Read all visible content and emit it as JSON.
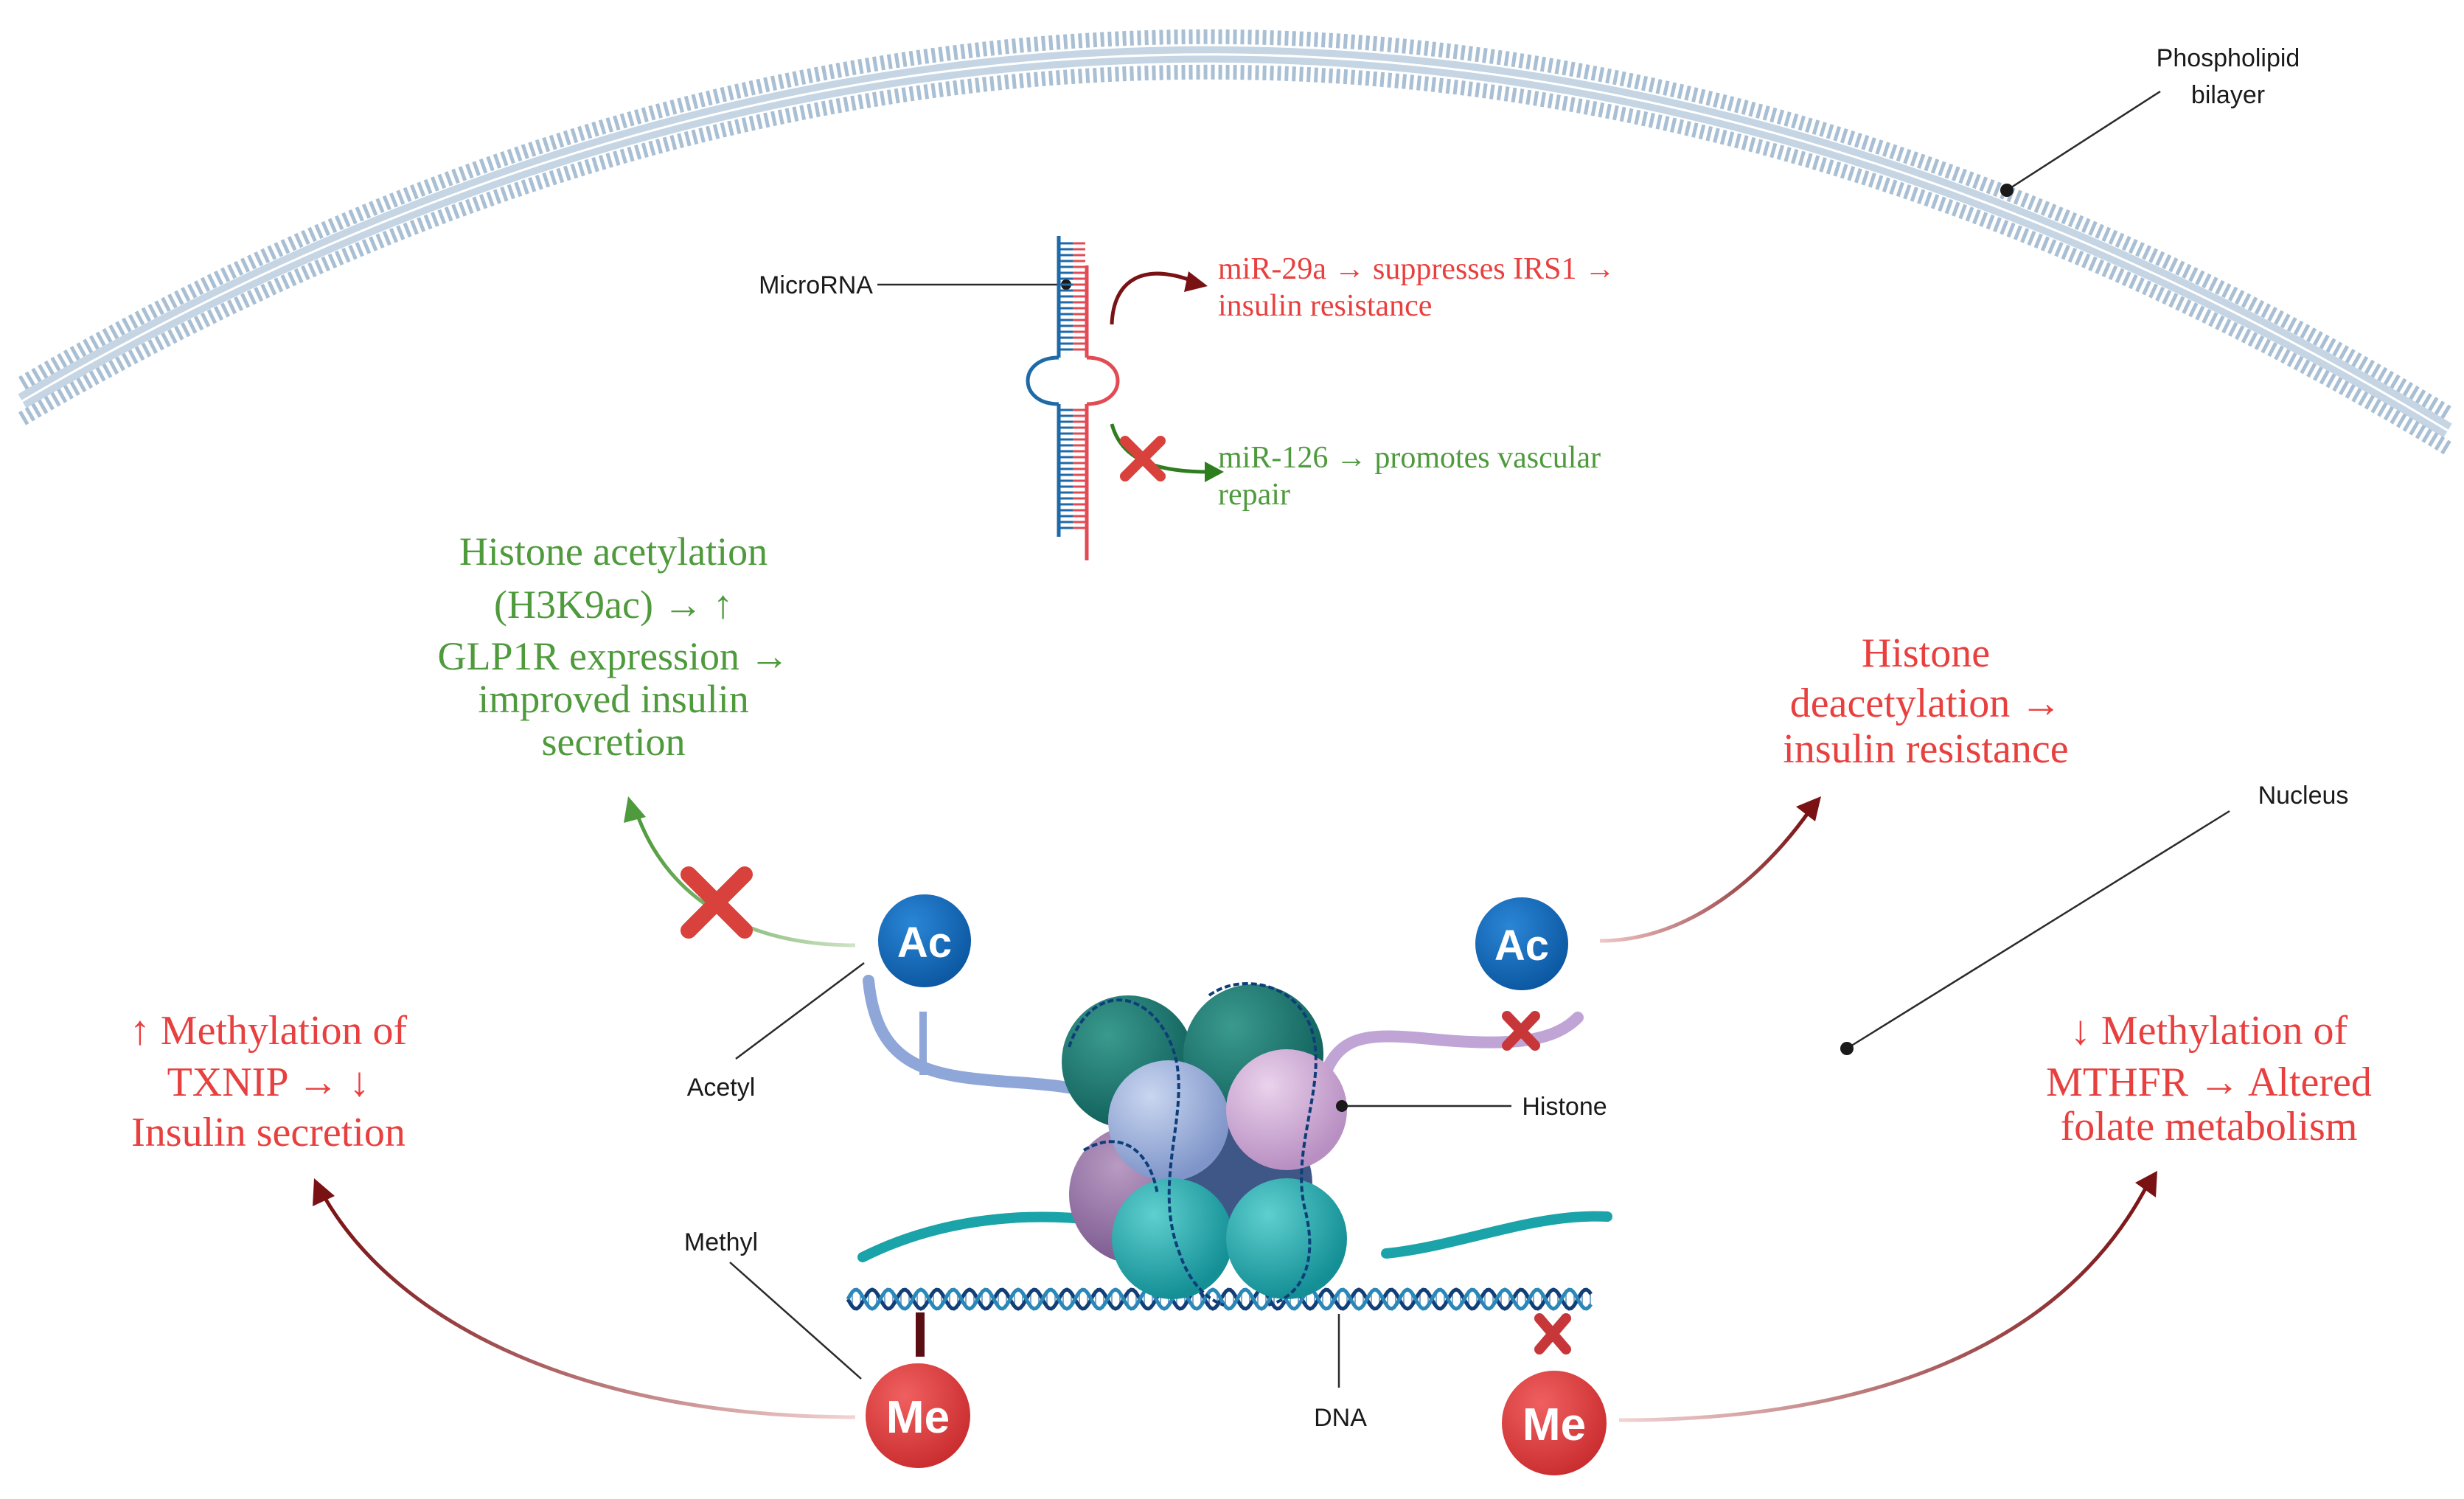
{
  "colors": {
    "red": "#e8403f",
    "green": "#4e9a3c",
    "dark_red": "#7a1214",
    "membrane": "#b3c6d8",
    "ac_blue": "#0e63b3",
    "me_red": "#d93a3a",
    "strand_blue": "#1e6aa8",
    "strand_red": "#e24b53"
  },
  "labels": {
    "phospholipid_1": "Phospholipid",
    "phospholipid_2": "bilayer",
    "microrna": "MicroRNA",
    "nucleus": "Nucleus",
    "acetyl": "Acetyl",
    "histone": "Histone",
    "methyl": "Methyl",
    "dna": "DNA"
  },
  "badges": {
    "ac": "Ac",
    "me": "Me"
  },
  "mirna": {
    "a_line1": "miR-29a → suppresses IRS1 →",
    "a_line2": "insulin resistance",
    "b_line1": "miR-126 → promotes vascular",
    "b_line2": "repair"
  },
  "effects": {
    "acetylation": [
      "Histone acetylation",
      "(H3K9ac) → ↑",
      "GLP1R expression →",
      "improved insulin",
      "secretion"
    ],
    "deacetylation": [
      "Histone",
      "deacetylation →",
      "insulin resistance"
    ],
    "txnip": [
      "↑ Methylation of",
      "TXNIP → ↓",
      "Insulin secretion"
    ],
    "mthfr": [
      "↓ Methylation of",
      "MTHFR → Altered",
      "folate metabolism"
    ]
  }
}
